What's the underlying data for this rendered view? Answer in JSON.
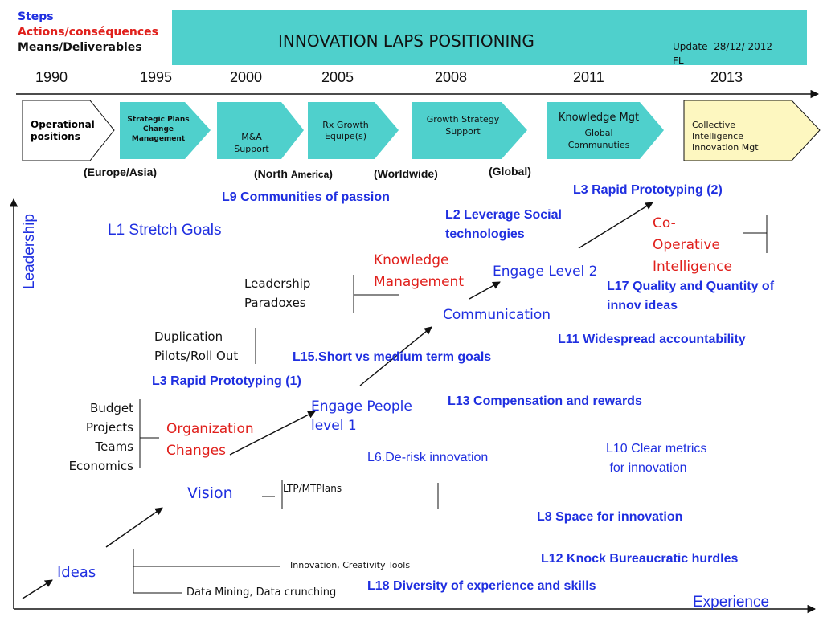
{
  "legend": {
    "steps": "Steps",
    "actions": "Actions/conséquences",
    "means": "Means/Deliverables"
  },
  "banner": {
    "title": "INNOVATION LAPS POSITIONING",
    "update": "Update  28/12/ 2012\nFL"
  },
  "years": [
    "1990",
    "1995",
    "2000",
    "2005",
    "2008",
    "2011",
    "2013"
  ],
  "chevrons": [
    {
      "label": "Operational positions"
    },
    {
      "label": "Strategic Plans Change Management"
    },
    {
      "label": "M&A Support"
    },
    {
      "label": "Rx Growth Equipe(s)"
    },
    {
      "label": "Growth Strategy Support"
    },
    {
      "label": "Knowledge Mgt",
      "sub": "Global Communuties"
    },
    {
      "label": "Collective Intelligence Innovation  Mgt"
    }
  ],
  "regions": [
    "(Europe/Asia)",
    "(North ",
    "America",
    ")",
    "(Worldwide)",
    "(Global)"
  ],
  "axes": {
    "y_label": "Leadership",
    "x_label": "Experience"
  },
  "steps": {
    "ideas": "Ideas",
    "vision": "Vision",
    "org_changes": "Organization Changes",
    "engage1": "Engage People level 1",
    "communication": "Communication",
    "engage2": "Engage Level 2",
    "knowledge_mgmt": "Knowledge Management",
    "co_op": "Co-Operative Intelligence"
  },
  "means": {
    "data_mining": "Data Mining, Data crunching",
    "innov_tools": "Innovation, Creativity Tools",
    "ltp": "LTP/MTPlans",
    "budget": "Budget",
    "projects": "Projects",
    "teams": "Teams",
    "economics": "Economics",
    "duplication": "Duplication",
    "pilots": "Pilots/Roll Out",
    "leadership": "Leadership",
    "paradoxes": "Paradoxes"
  },
  "laps": {
    "l1": "L1  Stretch Goals",
    "l9": "L9 Communities of passion",
    "l2": "L2 Leverage Social technologies",
    "l3b": "L3 Rapid Prototyping (2)",
    "l17": "L17 Quality and Quantity of innov ideas",
    "l11": "L11 Widespread accountability",
    "l15": "L15.Short vs medium term goals",
    "l3a": "L3 Rapid Prototyping (1)",
    "l13": "L13 Compensation and rewards",
    "l10": "L10 Clear metrics\n for innovation",
    "l6": "L6.De-risk innovation",
    "l8": "L8 Space for innovation",
    "l12": "L12 Knock Bureaucratic hurdles",
    "l18": "L18 Diversity of experience and skills"
  },
  "colors": {
    "banner": "#4fd0cc",
    "blue": "#1f2fe0",
    "red": "#e0201c",
    "final_chevron": "#fdf7c0"
  }
}
